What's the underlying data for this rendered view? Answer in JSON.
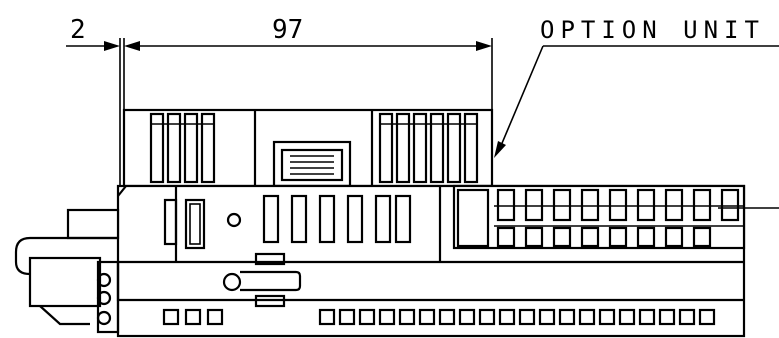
{
  "dimensions": {
    "left_offset": "2",
    "overall_width": "97"
  },
  "callouts": {
    "option_unit": "OPTION UNIT"
  }
}
